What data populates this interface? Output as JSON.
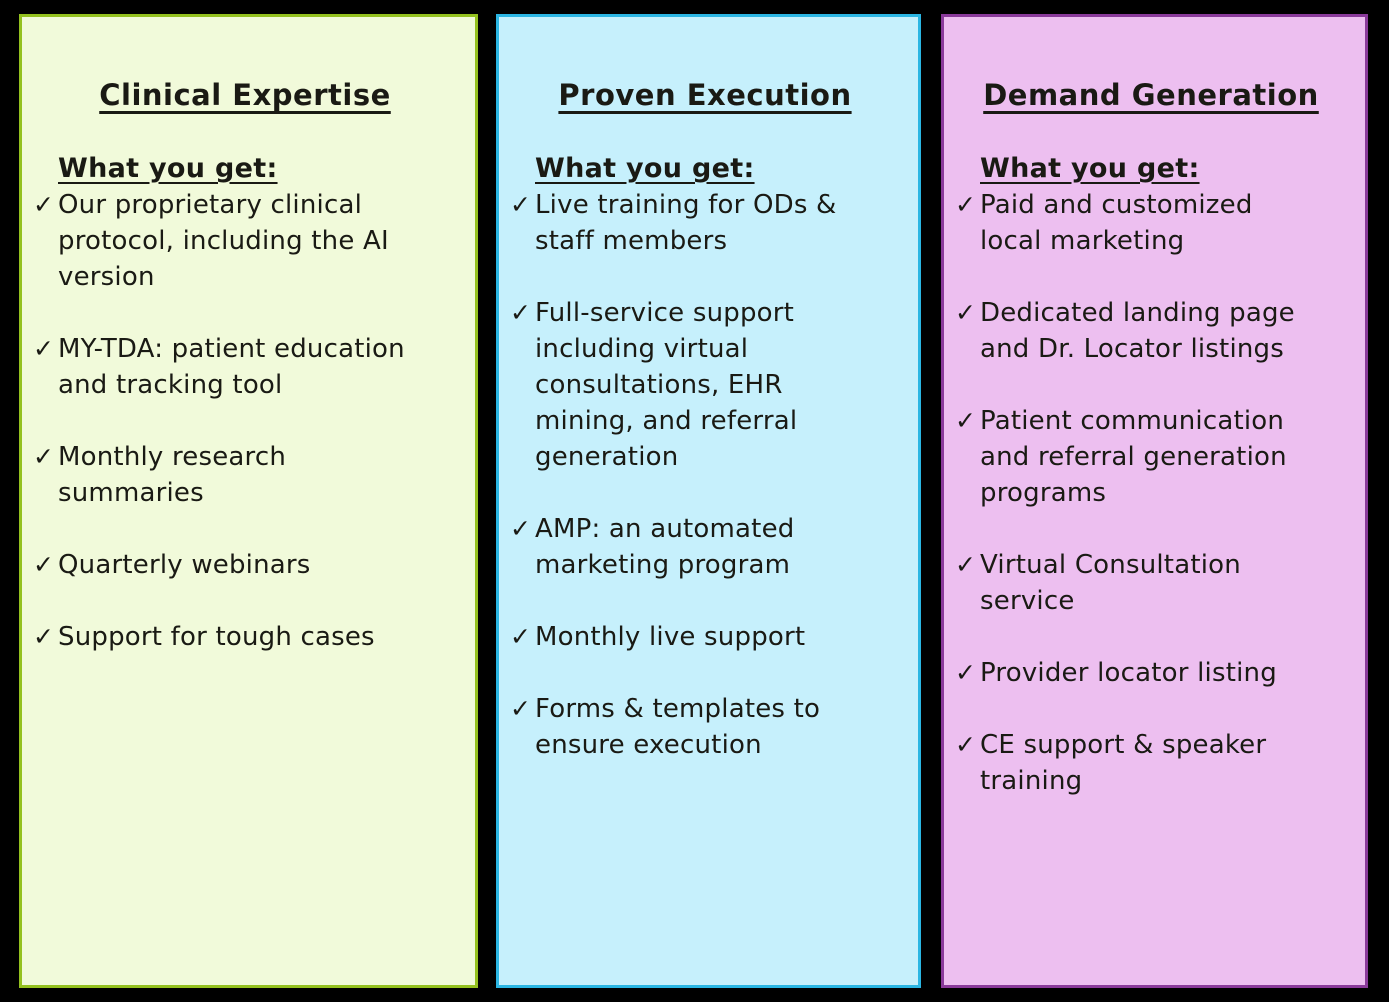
{
  "page": {
    "background_color": "#000000",
    "text_color": "#1a1a14",
    "check_glyph": "✓"
  },
  "columns": [
    {
      "title": "Clinical Expertise",
      "subtitle": "What you get:",
      "bg_color": "#f1fada",
      "border_color": "#94c11f",
      "items": [
        "Our proprietary clinical\nprotocol, including the AI\nversion",
        "MY-TDA: patient education\nand tracking tool",
        "Monthly research\nsummaries",
        "Quarterly webinars",
        "Support for tough cases"
      ]
    },
    {
      "title": "Proven Execution",
      "subtitle": "What you get:",
      "bg_color": "#c6f0fc",
      "border_color": "#2bb6e3",
      "items": [
        "Live training for ODs &\nstaff members",
        "Full-service support\nincluding virtual\nconsultations, EHR\nmining, and referral\ngeneration",
        "AMP: an automated\nmarketing program",
        "Monthly live support",
        "Forms & templates to\nensure execution"
      ]
    },
    {
      "title": "Demand Generation",
      "subtitle": "What you get:",
      "bg_color": "#edbff0",
      "border_color": "#8a3a9a",
      "items": [
        "Paid and customized\nlocal marketing",
        "Dedicated landing page\nand Dr. Locator listings",
        "Patient communication\nand referral generation\nprograms",
        "Virtual Consultation\nservice",
        "Provider locator listing",
        "CE support & speaker\ntraining"
      ]
    }
  ]
}
